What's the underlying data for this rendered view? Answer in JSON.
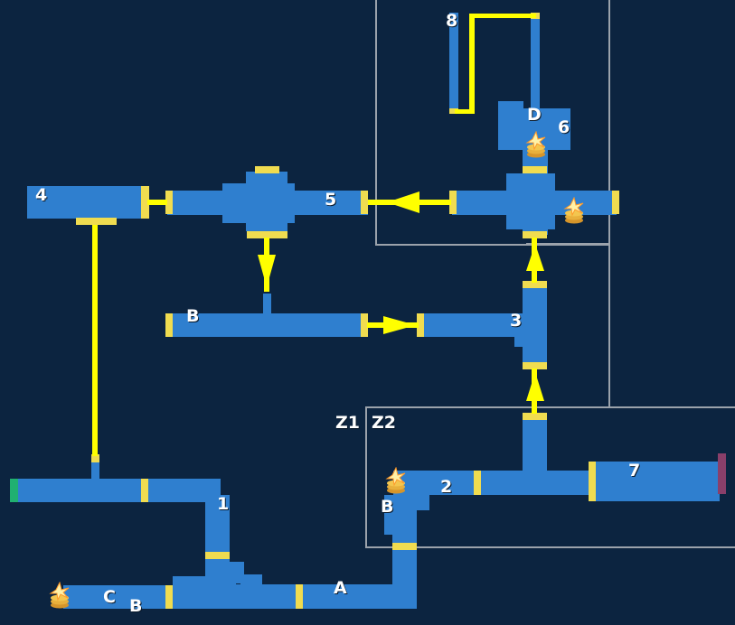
{
  "map": {
    "labels": {
      "room_8": "8",
      "room_D": "D",
      "room_6": "6",
      "room_4": "4",
      "room_5": "5",
      "room_B_upper": "B",
      "room_3": "3",
      "zone_z1": "Z1",
      "zone_z2": "Z2",
      "room_7": "7",
      "room_2": "2",
      "room_B_right": "B",
      "room_1": "1",
      "room_A": "A",
      "room_C": "C",
      "room_B_lower": "B"
    },
    "colors": {
      "background": "#0c2440",
      "room": "#2f7fcf",
      "door": "#f0dc50",
      "path": "#ffff00",
      "zone_border": "#9ba2ab",
      "exit_green": "#20b070",
      "exit_red": "#8a3f6a"
    },
    "icons": {
      "treasure": "coin-stack-sparkle-icon",
      "arrow": "yellow-arrow-icon"
    }
  }
}
